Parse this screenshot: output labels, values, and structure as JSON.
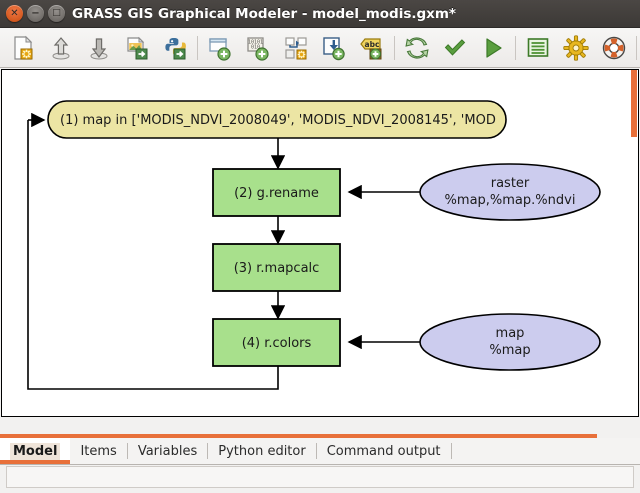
{
  "window": {
    "title": "GRASS GIS Graphical Modeler - model_modis.gxm*",
    "close_glyph": "✕",
    "minimize_glyph": "−",
    "maximize_glyph": "□"
  },
  "toolbar": {
    "items": [
      {
        "name": "new-model-icon",
        "tip": "Create new model"
      },
      {
        "name": "open-model-icon",
        "tip": "Load model from file"
      },
      {
        "name": "save-model-icon",
        "tip": "Save current model to file"
      },
      {
        "name": "export-image-icon",
        "tip": "Export model to image"
      },
      {
        "name": "export-python-icon",
        "tip": "Export model to Python script"
      },
      {
        "name": "separator",
        "tip": ""
      },
      {
        "name": "add-command-icon",
        "tip": "Add command (GRASS module) to model"
      },
      {
        "name": "add-data-icon",
        "tip": "Add data item to model"
      },
      {
        "name": "add-relation-icon",
        "tip": "Manually define relation between data and commands"
      },
      {
        "name": "add-loop-icon",
        "tip": "Add loop / series to model"
      },
      {
        "name": "add-comment-icon",
        "tip": "Add comment to model"
      },
      {
        "name": "separator",
        "tip": ""
      },
      {
        "name": "redraw-icon",
        "tip": "Redraw model canvas"
      },
      {
        "name": "validate-icon",
        "tip": "Validate model"
      },
      {
        "name": "run-icon",
        "tip": "Run model"
      },
      {
        "name": "separator",
        "tip": ""
      },
      {
        "name": "properties-icon",
        "tip": "Show model properties"
      },
      {
        "name": "variables-icon",
        "tip": "Manage model variables"
      },
      {
        "name": "help-icon",
        "tip": "Show manual"
      }
    ]
  },
  "canvas": {
    "scrollbar": {
      "name": "vertical-scrollbar",
      "thumb_color": "#e8703a"
    },
    "colors": {
      "loop_fill": "#ece5a4",
      "command_fill": "#a8e08c",
      "data_fill": "#ccccee",
      "stroke": "#000000"
    },
    "nodes": [
      {
        "id": "loop-1",
        "kind": "loop",
        "label": "(1) map in ['MODIS_NDVI_2008049', 'MODIS_NDVI_2008145', 'MOD",
        "shape": "rounded"
      },
      {
        "id": "command-2",
        "kind": "command",
        "label": "(2) g.rename",
        "shape": "rect"
      },
      {
        "id": "command-3",
        "kind": "command",
        "label": "(3) r.mapcalc",
        "shape": "rect"
      },
      {
        "id": "command-4",
        "kind": "command",
        "label": "(4) r.colors",
        "shape": "rect"
      },
      {
        "id": "data-raster",
        "kind": "data",
        "label_line1": "raster",
        "label_line2": "%map,%map.%ndvi",
        "shape": "ellipse"
      },
      {
        "id": "data-map",
        "kind": "data",
        "label_line1": "map",
        "label_line2": "%map",
        "shape": "ellipse"
      }
    ]
  },
  "tabs": {
    "items": [
      {
        "label": "Model",
        "active": true
      },
      {
        "label": "Items",
        "active": false
      },
      {
        "label": "Variables",
        "active": false
      },
      {
        "label": "Python editor",
        "active": false
      },
      {
        "label": "Command output",
        "active": false
      }
    ]
  }
}
